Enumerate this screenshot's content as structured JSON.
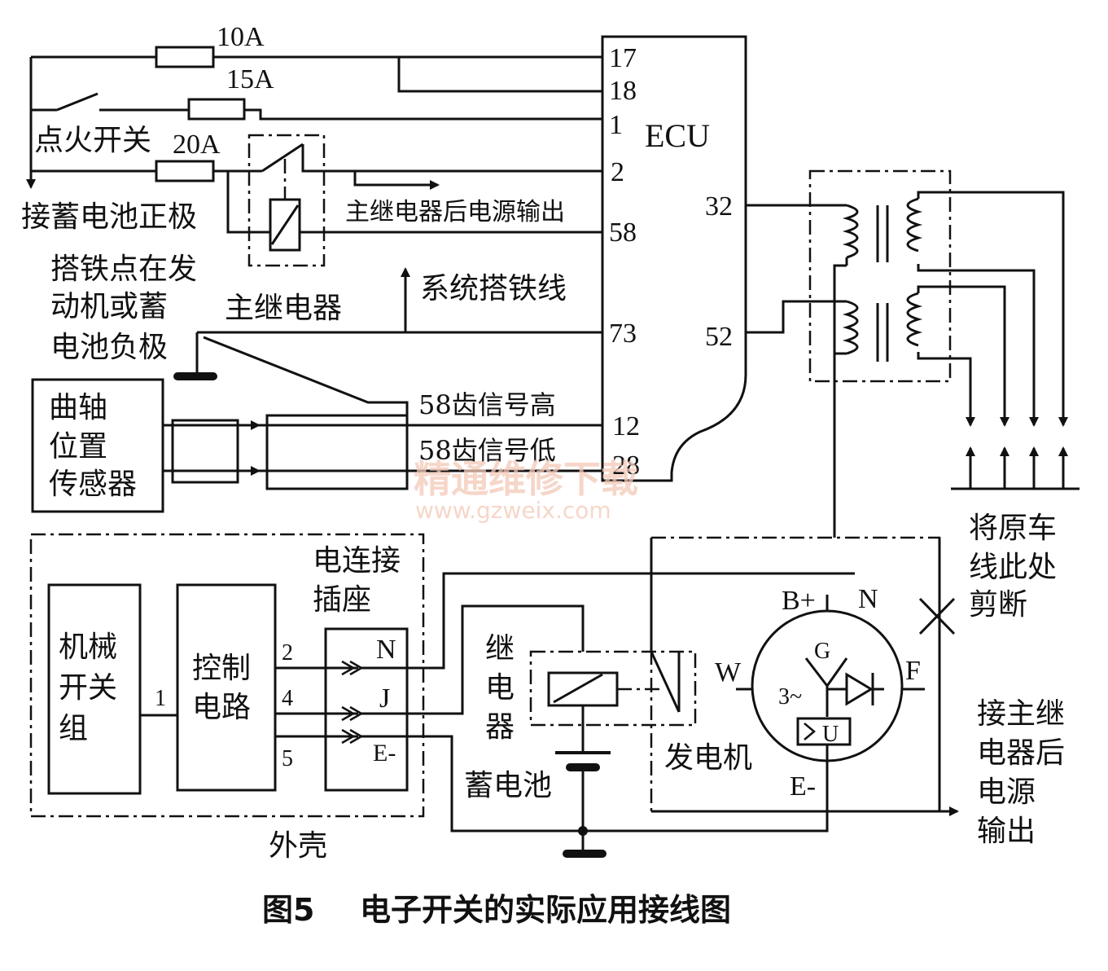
{
  "fuses": {
    "f10": "10A",
    "f15": "15A",
    "f20": "20A"
  },
  "labels": {
    "ignition_switch": "点火开关",
    "battery_positive": "接蓄电池正极",
    "main_relay_output": "主继电器后电源输出",
    "main_relay": "主继电器",
    "system_ground": "系统搭铁线",
    "ground_point": [
      "搭铁点在发",
      "动机或蓄",
      "电池负极"
    ],
    "crank_sensor": [
      "曲轴",
      "位置",
      "传感器"
    ],
    "signal_high": "58齿信号高",
    "signal_low": "58齿信号低",
    "ecu": "ECU",
    "cut_note": [
      "将原车",
      "线此处",
      "剪断"
    ],
    "mech_switch": [
      "机械",
      "开关",
      "组"
    ],
    "control_circuit": [
      "控制",
      "电路"
    ],
    "connector": [
      "电连接",
      "插座"
    ],
    "relay": [
      "继",
      "电",
      "器"
    ],
    "battery": "蓄电池",
    "generator": "发电机",
    "housing": "外壳",
    "to_main_relay": [
      "接主继",
      "电器后",
      "电源",
      "输出"
    ]
  },
  "ecu_pins": {
    "p17": "17",
    "p18": "18",
    "p1": "1",
    "p2": "2",
    "p58": "58",
    "p73": "73",
    "p12": "12",
    "p28": "28",
    "p32": "32",
    "p52": "52"
  },
  "module_pins": {
    "m1": "1",
    "m2": "2",
    "m4": "4",
    "m5": "5"
  },
  "socket_pins": {
    "N": "N",
    "J": "J",
    "E": "E-"
  },
  "generator_terms": {
    "bplus": "B+",
    "n": "N",
    "w": "W",
    "f": "F",
    "eminus": "E-",
    "g": "G",
    "phase": "3~",
    "u": "U"
  },
  "caption": {
    "fig": "图5",
    "title": "电子开关的实际应用接线图"
  },
  "watermark": {
    "cn": "精通维修下载",
    "url": "www.gzweix.com"
  }
}
